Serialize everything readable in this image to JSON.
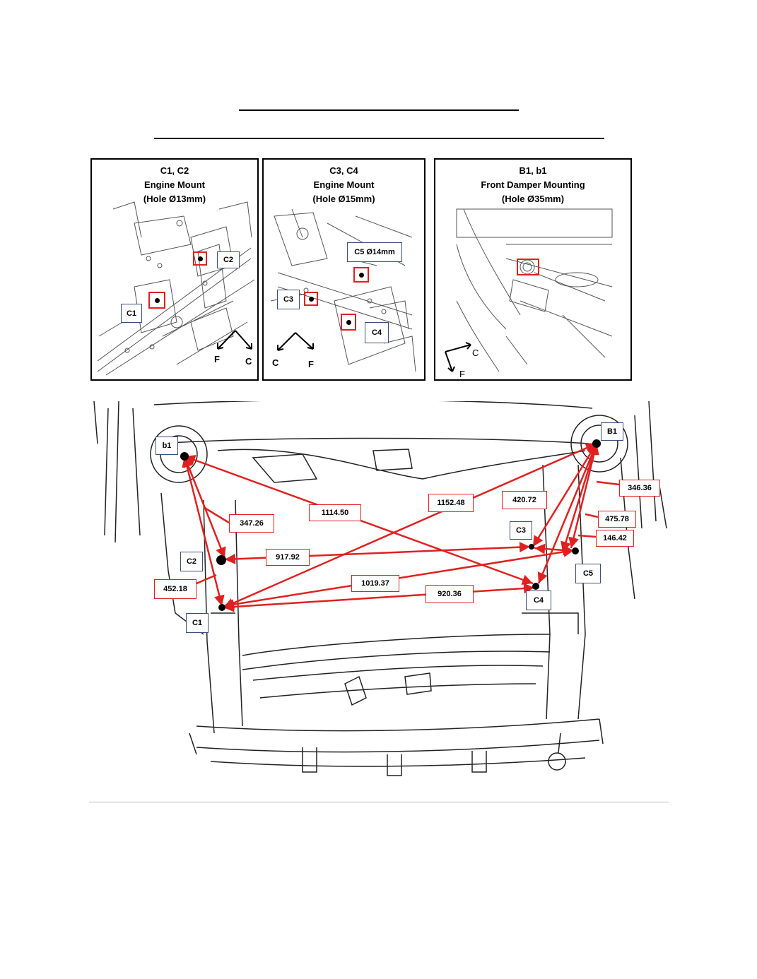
{
  "panels": [
    {
      "title_l1": "C1, C2",
      "title_l2": "Engine Mount",
      "title_l3": "(Hole Ø13mm)",
      "labels": {
        "a": "C1",
        "b": "C2"
      },
      "dirs": {
        "a": "F",
        "b": "C"
      }
    },
    {
      "title_l1": "C3, C4",
      "title_l2": "Engine Mount",
      "title_l3": "(Hole Ø15mm)",
      "labels": {
        "a": "C3",
        "b": "C4",
        "c": "C5  Ø14mm"
      },
      "dirs": {
        "a": "C",
        "b": "F"
      }
    },
    {
      "title_l1": "B1, b1",
      "title_l2": "Front Damper Mounting",
      "title_l3": "(Hole Ø35mm)",
      "dirs": {
        "a": "C",
        "b": "F"
      }
    }
  ],
  "main": {
    "points": {
      "b1": "b1",
      "B1": "B1",
      "C1": "C1",
      "C2": "C2",
      "C3": "C3",
      "C4": "C4",
      "C5": "C5"
    },
    "measurements": {
      "m1": "1114.50",
      "m2": "1152.48",
      "m3": "347.26",
      "m4": "917.92",
      "m5": "452.18",
      "m6": "1019.37",
      "m7": "920.36",
      "m8": "420.72",
      "m9": "346.36",
      "m10": "475.78",
      "m11": "146.42"
    }
  },
  "colors": {
    "measure_red": "#e02020",
    "label_border": "#3a4f7a"
  }
}
